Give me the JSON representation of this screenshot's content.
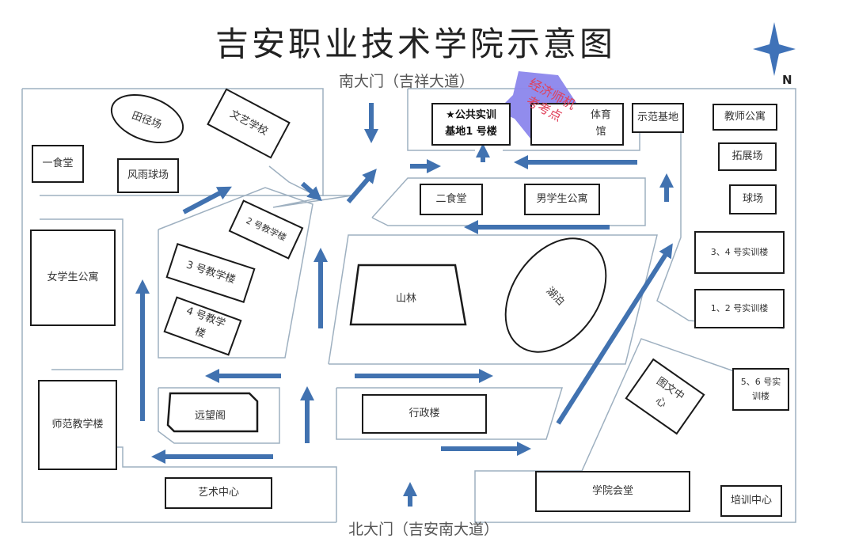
{
  "map": {
    "title": "吉安职业技术学院示意图",
    "compass": {
      "label": "N",
      "color": "#3f72b8"
    },
    "gates": {
      "south": "南大门（吉祥大道）",
      "north": "北大门（吉安南大道）"
    },
    "sticker": {
      "text_line1": "经济师机",
      "text_line2": "考考点",
      "fill": "#8b86ec",
      "text_color": "#e0405a"
    },
    "colors": {
      "arrow": "#4172b0",
      "road_outline": "#9eb0c0",
      "building_border": "#1a1a1a"
    },
    "buildings": {
      "tianjingchang": "田径场",
      "wenyi": "文艺学校",
      "yishitang": "一食堂",
      "fengyu": "风雨球场",
      "gonggong_line1": "★公共实训",
      "gonggong_line2": "基地1 号楼",
      "tiyuguan_line1": "体育",
      "tiyuguan_line2": "馆",
      "shifan_base": "示范基地",
      "jiaoshi": "教师公寓",
      "tuozhan": "拓展场",
      "qiuchang": "球场",
      "ershitang": "二食堂",
      "nansheng": "男学生公寓",
      "jiao2": "2 号教学楼",
      "jiao3": "3 号教学楼",
      "jiao4_line1": "4 号教学",
      "jiao4_line2": "楼",
      "nvsheng": "女学生公寓",
      "shanlin": "山林",
      "hubo": "湖泊",
      "shixun34": "3、4 号实训楼",
      "shixun12": "1、2 号实训楼",
      "shixun56_line1": "5、6 号实",
      "shixun56_line2": "训楼",
      "tuwen_line1": "图文中",
      "tuwen_line2": "心",
      "shifan_jiaoxue": "师范教学楼",
      "yuanwang": "远望阁",
      "xingzheng": "行政楼",
      "yishu": "艺术中心",
      "huitang": "学院会堂",
      "peixun": "培训中心"
    }
  }
}
